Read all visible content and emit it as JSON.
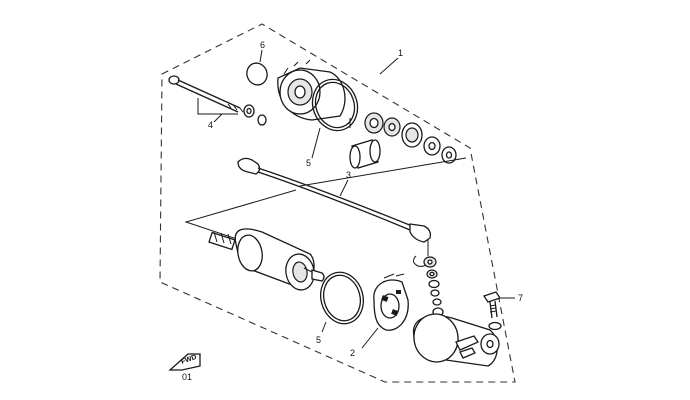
{
  "callouts": [
    {
      "id": "1",
      "label": "1"
    },
    {
      "id": "2",
      "label": "2"
    },
    {
      "id": "3",
      "label": "3"
    },
    {
      "id": "4",
      "label": "4"
    },
    {
      "id": "5a",
      "label": "5"
    },
    {
      "id": "5b",
      "label": "5"
    },
    {
      "id": "6",
      "label": "6"
    },
    {
      "id": "7",
      "label": "7"
    }
  ],
  "badge": {
    "top": "FWD",
    "bottom": "01"
  }
}
